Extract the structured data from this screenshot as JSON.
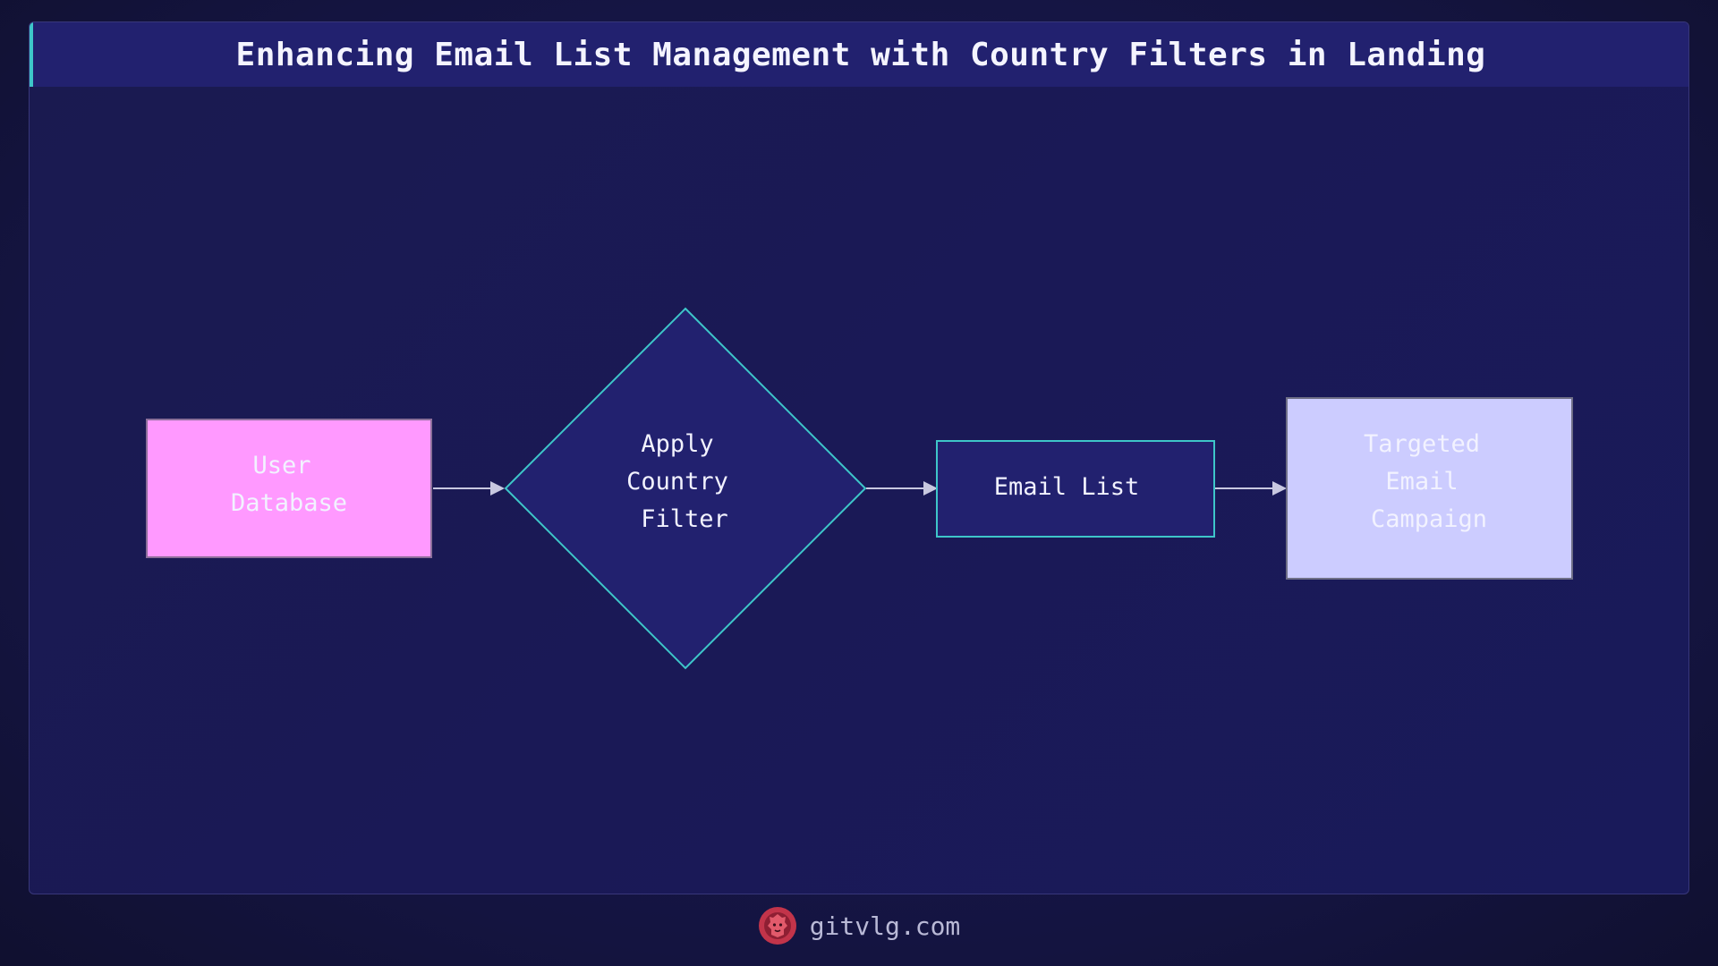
{
  "title": "Enhancing Email List Management with Country Filters in Landing",
  "nodes": {
    "user_database": {
      "lines": [
        "User",
        "Database"
      ],
      "fill": "#ff99ff",
      "stroke": "#8c6f9a"
    },
    "apply_filter": {
      "lines": [
        "Apply",
        "Country",
        "Filter"
      ],
      "fill": "#22216f",
      "stroke": "#3ec6c9"
    },
    "email_list": {
      "lines": [
        "Email List"
      ],
      "fill": "#22216f",
      "stroke": "#3ec6c9"
    },
    "targeted_campaign": {
      "lines": [
        "Targeted",
        "Email",
        "Campaign"
      ],
      "fill": "#ccccff",
      "stroke": "#6f6f86"
    }
  },
  "edges": [
    {
      "from": "user_database",
      "to": "apply_filter"
    },
    {
      "from": "apply_filter",
      "to": "email_list"
    },
    {
      "from": "email_list",
      "to": "targeted_campaign"
    }
  ],
  "colors": {
    "accent": "#3ec6c9",
    "edge": "#c8c8e0",
    "background": "#1a1956"
  },
  "footer": {
    "logo_icon": "lion-head-icon",
    "site": "gitvlg.com"
  }
}
